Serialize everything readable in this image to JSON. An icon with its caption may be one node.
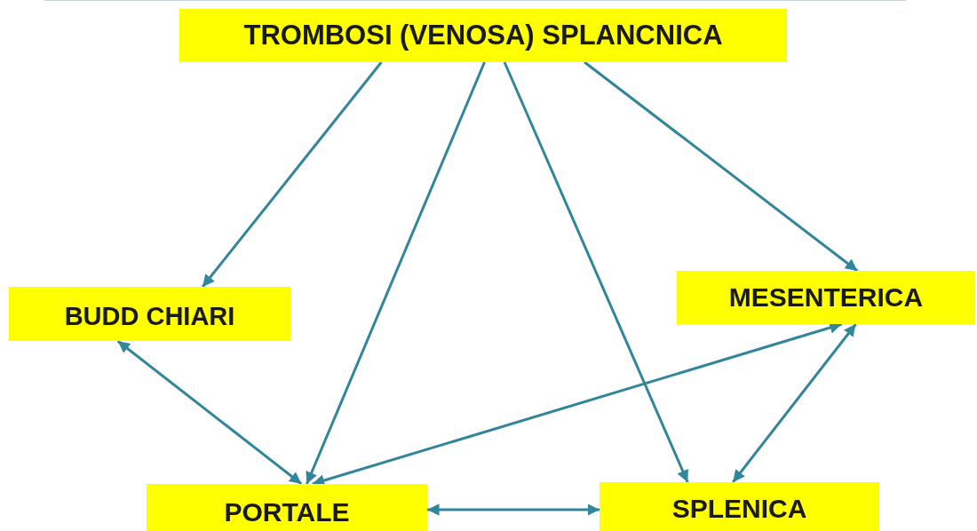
{
  "diagram": {
    "nodes": [
      {
        "text": [
          "TROMBOSI (VENOSA) SPLANCNICA"
        ]
      },
      {
        "text": [
          "BUDD CHIARI"
        ]
      },
      {
        "text": [
          "MESENTERICA"
        ]
      },
      {
        "text": [
          "PORTALE"
        ]
      },
      {
        "text": [
          "SPLENICA"
        ]
      }
    ],
    "edges": [
      {
        "from": 0,
        "to": 1,
        "arrow": "to"
      },
      {
        "from": 0,
        "to": 3,
        "arrow": "to"
      },
      {
        "from": 0,
        "to": 4,
        "arrow": "to"
      },
      {
        "from": 0,
        "to": 2,
        "arrow": "to"
      },
      {
        "from": 1,
        "to": 3,
        "arrow": "both"
      },
      {
        "from": 2,
        "to": 3,
        "arrow": "both"
      },
      {
        "from": 2,
        "to": 4,
        "arrow": "both"
      },
      {
        "from": 3,
        "to": 4,
        "arrow": "both"
      }
    ]
  }
}
